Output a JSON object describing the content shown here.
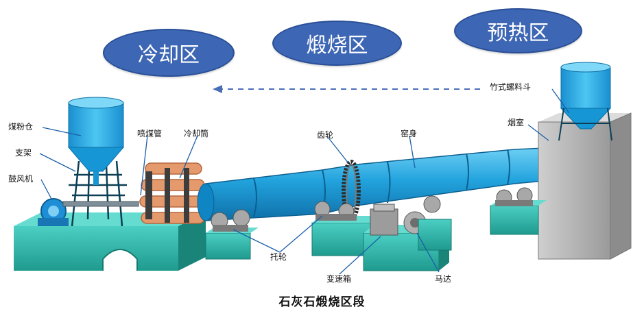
{
  "zones": {
    "cooling": "冷却区",
    "calcining": "煅烧区",
    "preheating": "预热区"
  },
  "labels": {
    "coal_bin": "煤粉仓",
    "support": "支架",
    "blower": "鼓风机",
    "coal_nozzle": "喷煤管",
    "cooler": "冷却筒",
    "gear": "齿轮",
    "kiln_body": "窑身",
    "vertical_hopper": "竹式螺料斗",
    "chimney_room": "烟室",
    "rollers": "托轮",
    "gearbox": "变速箱",
    "motor": "马达"
  },
  "caption": "石灰石煅烧区段",
  "colors": {
    "zone_fill": "#3d66b5",
    "kiln_blue": "#29a8e0",
    "base_teal": "#2fb3a8",
    "cooler_orange": "#d98a60",
    "chimney_gray": "#b8b8b8"
  }
}
